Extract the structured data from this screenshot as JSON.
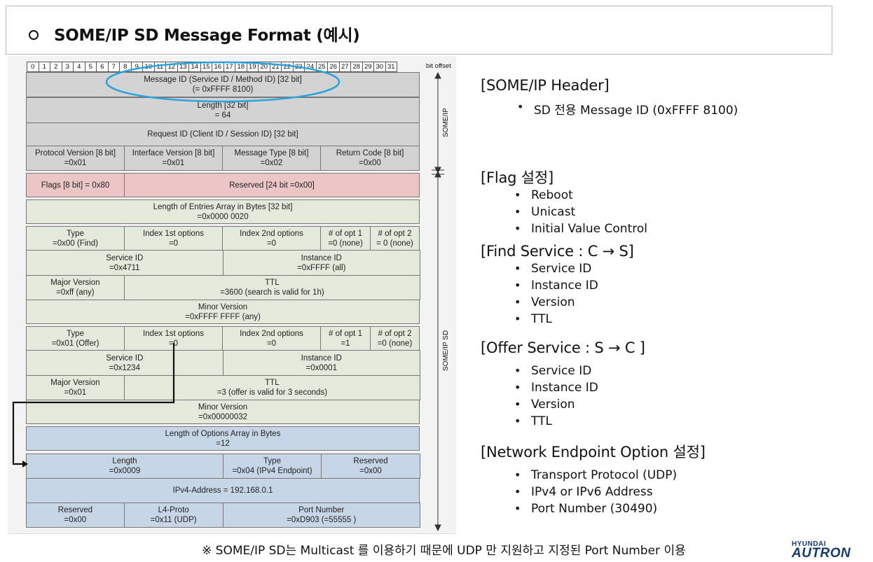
{
  "title": "SOME/IP SD Message Format (예시)",
  "bit_labels": [
    "0",
    "1",
    "2",
    "3",
    "4",
    "5",
    "6",
    "7",
    "8",
    "9",
    "10",
    "11",
    "12",
    "13",
    "14",
    "15",
    "16",
    "17",
    "18",
    "19",
    "20",
    "21",
    "22",
    "23",
    "24",
    "25",
    "26",
    "27",
    "28",
    "29",
    "30",
    "31"
  ],
  "bit_offset_label": "bit offset",
  "side_labels": {
    "someip": "SOME/IP",
    "someip_sd": "SOME/IP SD"
  },
  "rows": {
    "message_id": {
      "l1": "Message ID (Service ID / Method ID) [32 bit]",
      "l2": "(= 0xFFFF 8100)"
    },
    "length": {
      "l1": "Length [32 bit]",
      "l2": "= 64"
    },
    "request_id": {
      "l1": "Request ID (Client ID / Session ID) [32 bit]"
    },
    "protocol_version": {
      "l1": "Protocol Version [8 bit]",
      "l2": "=0x01"
    },
    "interface_version": {
      "l1": "Interface Version [8 bit]",
      "l2": "=0x01"
    },
    "message_type": {
      "l1": "Message Type [8 bit]",
      "l2": "=0x02"
    },
    "return_code": {
      "l1": "Return Code [8 bit]",
      "l2": "=0x00"
    },
    "flags": {
      "l1": "Flags [8 bit] = 0x80"
    },
    "reserved24": {
      "l1": "Reserved [24 bit =0x00]"
    },
    "entries_len": {
      "l1": "Length of Entries Array  in Bytes [32 bit]",
      "l2": "=0x0000 0020"
    },
    "find_type": {
      "l1": "Type",
      "l2": "=0x00 (Find)"
    },
    "find_idx1": {
      "l1": "Index 1st options",
      "l2": "=0"
    },
    "find_idx2": {
      "l1": "Index 2nd options",
      "l2": "=0"
    },
    "find_opt1": {
      "l1": "# of opt  1",
      "l2": "=0 (none)"
    },
    "find_opt2": {
      "l1": "# of opt 2",
      "l2": "= 0 (none)"
    },
    "find_service_id": {
      "l1": "Service ID",
      "l2": "=0x4711"
    },
    "find_instance_id": {
      "l1": "Instance ID",
      "l2": "=0xFFFF (all)"
    },
    "find_major": {
      "l1": "Major Version",
      "l2": "=0xff (any)"
    },
    "find_ttl": {
      "l1": "TTL",
      "l2": "=3600  (search is valid for 1h)"
    },
    "find_minor": {
      "l1": "Minor Version",
      "l2": "=0xFFFF FFFF (any)"
    },
    "offer_type": {
      "l1": "Type",
      "l2": "=0x01 (Offer)"
    },
    "offer_idx1": {
      "l1": "Index 1st options",
      "l2": "=0"
    },
    "offer_idx2": {
      "l1": "Index 2nd options",
      "l2": "=0"
    },
    "offer_opt1": {
      "l1": "# of opt  1",
      "l2": "=1"
    },
    "offer_opt2": {
      "l1": "# of opt 2",
      "l2": "=0 (none)"
    },
    "offer_service_id": {
      "l1": "Service ID",
      "l2": "=0x1234"
    },
    "offer_instance_id": {
      "l1": "Instance ID",
      "l2": "=0x0001"
    },
    "offer_major": {
      "l1": "Major Version",
      "l2": "=0x01"
    },
    "offer_ttl": {
      "l1": "TTL",
      "l2": "=3 (offer is valid for 3 seconds)"
    },
    "offer_minor": {
      "l1": "Minor Version",
      "l2": "=0x00000032"
    },
    "options_len": {
      "l1": "Length of Options Array  in Bytes",
      "l2": "=12"
    },
    "opt_length": {
      "l1": "Length",
      "l2": "=0x0009"
    },
    "opt_type": {
      "l1": "Type",
      "l2": "=0x04  (IPv4 Endpoint)"
    },
    "opt_reserved": {
      "l1": "Reserved",
      "l2": "=0x00"
    },
    "ipv4": {
      "l1": "IPv4-Address = 192.168.0.1"
    },
    "opt_reserved2": {
      "l1": "Reserved",
      "l2": "=0x00"
    },
    "l4proto": {
      "l1": "L4-Proto",
      "l2": "=0x11 (UDP)"
    },
    "port": {
      "l1": "Port Number",
      "l2": "=0xD903 (=55555 )"
    }
  },
  "sections": {
    "header": {
      "title": "[SOME/IP Header]",
      "items": [
        "SD 전용 Message ID (0xFFFF 8100)"
      ]
    },
    "flag": {
      "title": "[Flag  설정]",
      "items": [
        "Reboot",
        "Unicast",
        "Initial Value Control"
      ]
    },
    "find": {
      "title": "[Find Service : C →  S]",
      "items": [
        "Service ID",
        "Instance ID",
        "Version",
        "TTL"
      ]
    },
    "offer": {
      "title": "[Offer Service : S → C ]",
      "items": [
        "Service ID",
        "Instance ID",
        "Version",
        "TTL"
      ]
    },
    "endpoint": {
      "title": "[Network Endpoint Option 설정]",
      "items": [
        "Transport Protocol (UDP)",
        "IPv4 or IPv6 Address",
        "Port Number (30490)"
      ]
    }
  },
  "footnote": "※ SOME/IP SD는 Multicast 를 이용하기 때문에 UDP 만 지원하고 지정된 Port Number 이용",
  "logo": {
    "top": "HYUNDAI",
    "bottom": "AUTRON"
  },
  "colors": {
    "header_fill": "#d3d3d3",
    "flags_fill": "#ecc6c6",
    "entries_fill": "#e3eadb",
    "options_fill": "#c6d6e6",
    "highlight_ellipse": "#29a3e0",
    "logo": "#143a70"
  }
}
